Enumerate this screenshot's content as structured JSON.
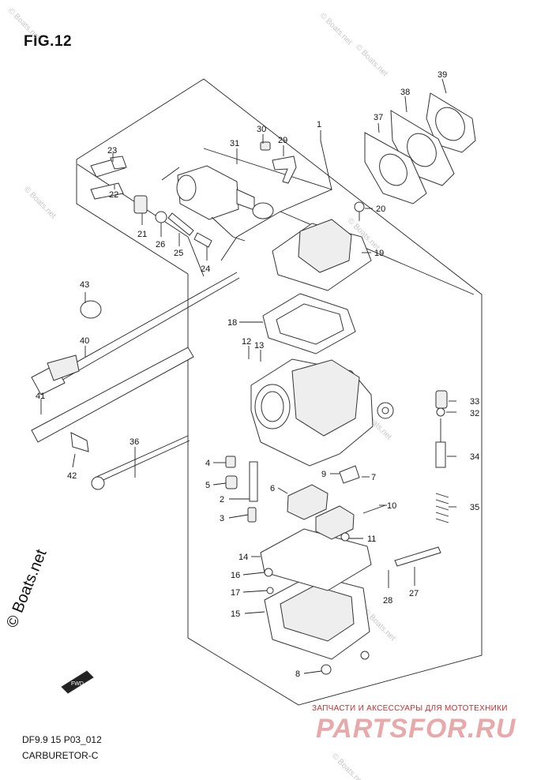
{
  "figure": {
    "title": "FIG.12",
    "model_code": "DF9.9 15 P03_012",
    "group_name": "CARBURETOR-C",
    "fwd_label": "FWD"
  },
  "watermarks": {
    "left": "© Boats.net",
    "repeat": "© Boats.net",
    "brand_line": "ЗАПЧАСТИ И АКСЕССУАРЫ ДЛЯ МОТОТЕХНИКИ",
    "brand_logo": "PARTSFOR.RU"
  },
  "callouts": [
    {
      "id": "1",
      "label": "1"
    },
    {
      "id": "2",
      "label": "2"
    },
    {
      "id": "3",
      "label": "3"
    },
    {
      "id": "4",
      "label": "4"
    },
    {
      "id": "5",
      "label": "5"
    },
    {
      "id": "6",
      "label": "6"
    },
    {
      "id": "7",
      "label": "7"
    },
    {
      "id": "8",
      "label": "8"
    },
    {
      "id": "9",
      "label": "9"
    },
    {
      "id": "10",
      "label": "10"
    },
    {
      "id": "11",
      "label": "11"
    },
    {
      "id": "12",
      "label": "12"
    },
    {
      "id": "13",
      "label": "13"
    },
    {
      "id": "14",
      "label": "14"
    },
    {
      "id": "15",
      "label": "15"
    },
    {
      "id": "16",
      "label": "16"
    },
    {
      "id": "17",
      "label": "17"
    },
    {
      "id": "18",
      "label": "18"
    },
    {
      "id": "19",
      "label": "19"
    },
    {
      "id": "20",
      "label": "20"
    },
    {
      "id": "21",
      "label": "21"
    },
    {
      "id": "22",
      "label": "22"
    },
    {
      "id": "23",
      "label": "23"
    },
    {
      "id": "24",
      "label": "24"
    },
    {
      "id": "25",
      "label": "25"
    },
    {
      "id": "26",
      "label": "26"
    },
    {
      "id": "27",
      "label": "27"
    },
    {
      "id": "28",
      "label": "28"
    },
    {
      "id": "29",
      "label": "29"
    },
    {
      "id": "30",
      "label": "30"
    },
    {
      "id": "31",
      "label": "31"
    },
    {
      "id": "32",
      "label": "32"
    },
    {
      "id": "33",
      "label": "33"
    },
    {
      "id": "34",
      "label": "34"
    },
    {
      "id": "35",
      "label": "35"
    },
    {
      "id": "36",
      "label": "36"
    },
    {
      "id": "37",
      "label": "37"
    },
    {
      "id": "38",
      "label": "38"
    },
    {
      "id": "39",
      "label": "39"
    },
    {
      "id": "40",
      "label": "40"
    },
    {
      "id": "41",
      "label": "41"
    },
    {
      "id": "42",
      "label": "42"
    },
    {
      "id": "43",
      "label": "43"
    }
  ]
}
